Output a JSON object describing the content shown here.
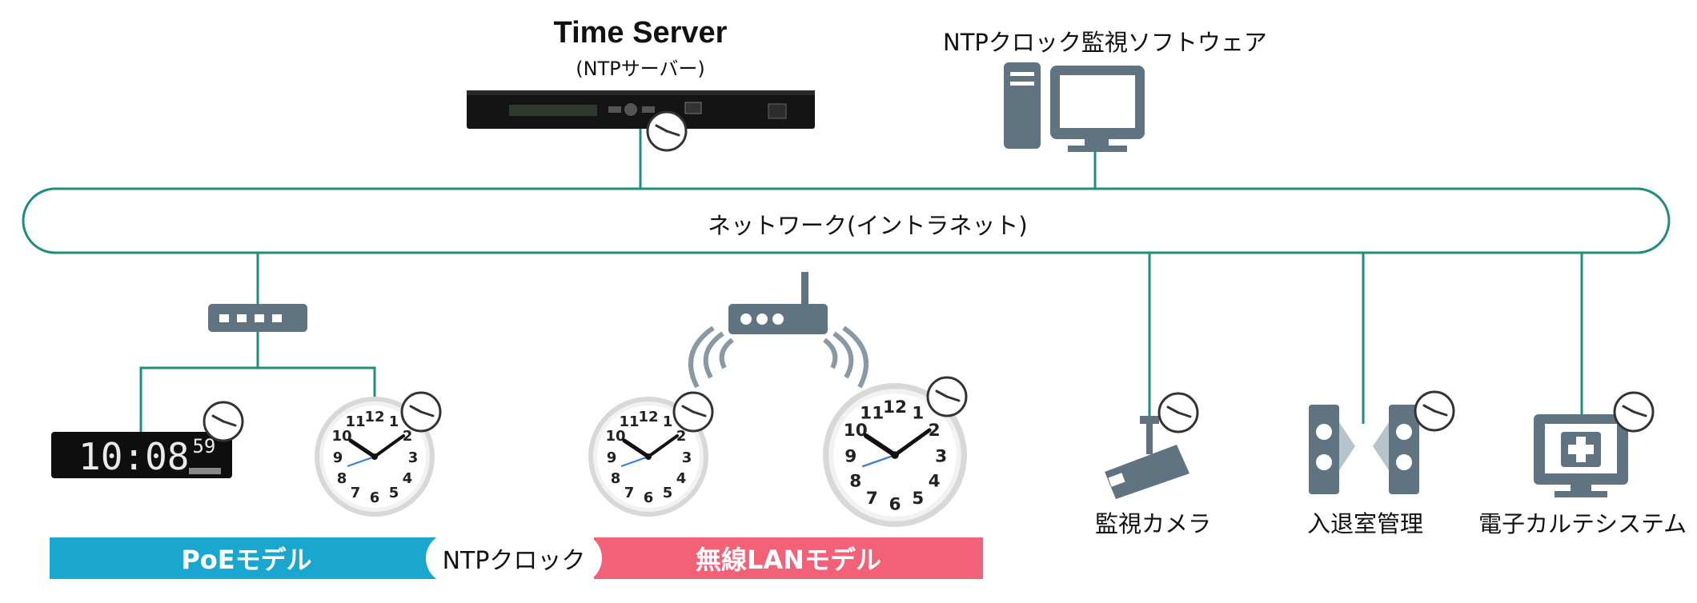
{
  "server": {
    "title": "Time Server",
    "subtitle": "(NTPサーバー)"
  },
  "monitor_software": {
    "label": "NTPクロック監視ソフトウェア"
  },
  "network": {
    "label": "ネットワーク(イントラネット)"
  },
  "digital_clock": {
    "time": "10:08",
    "seconds": "59"
  },
  "devices": {
    "camera": "監視カメラ",
    "access": "入退室管理",
    "emr": "電子カルテシステム"
  },
  "bars": {
    "poe": "PoEモデル",
    "ntp_clock": "NTPクロック",
    "wireless": "無線LANモデル"
  },
  "colors": {
    "line": "#1f8c82",
    "device": "#5f7380",
    "poe": "#19a7d0",
    "wireless": "#f26178"
  }
}
